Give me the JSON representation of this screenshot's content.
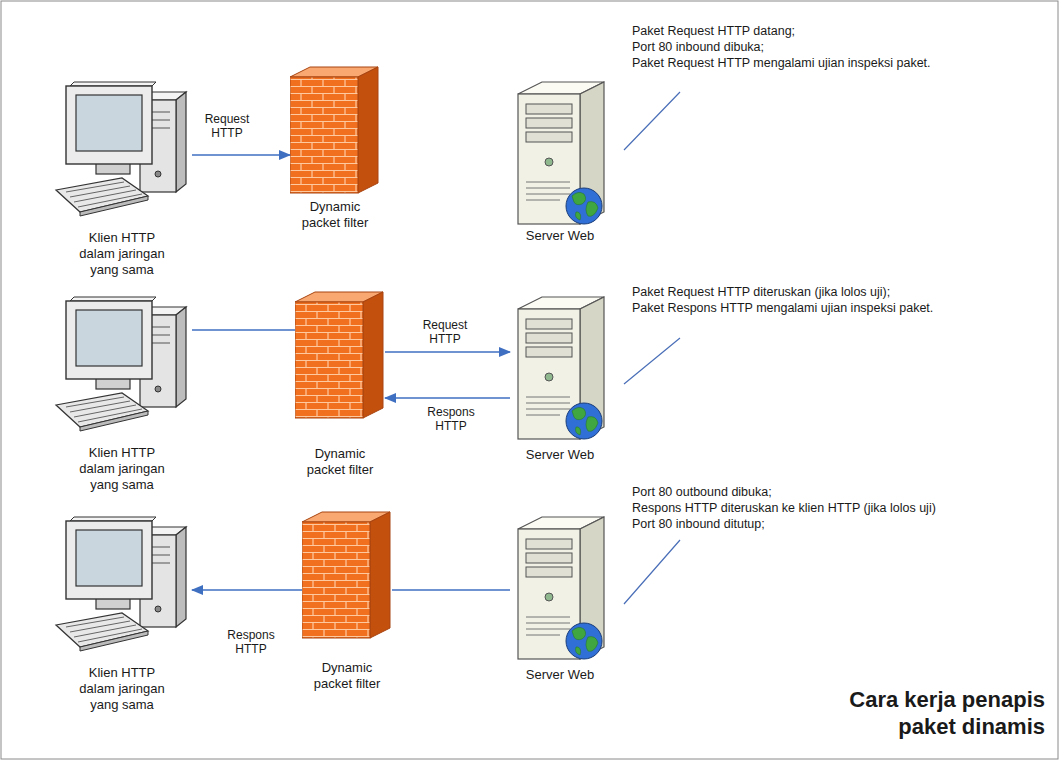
{
  "diagram": {
    "title": "Cara kerja penapis paket dinamis",
    "nodes": [
      {
        "text": [
          "Klien HTTP dalam jaringan yang sama"
        ]
      },
      {
        "text": [
          "Dynamic packet filter"
        ]
      },
      {
        "text": [
          "Server Web"
        ]
      },
      {
        "text": [
          "Klien HTTP dalam jaringan yang sama"
        ]
      },
      {
        "text": [
          "Dynamic packet filter"
        ]
      },
      {
        "text": [
          "Server Web"
        ]
      },
      {
        "text": [
          "Klien HTTP dalam jaringan yang sama"
        ]
      },
      {
        "text": [
          "Dynamic packet filter"
        ]
      },
      {
        "text": [
          "Server Web"
        ]
      }
    ],
    "edges": [
      {
        "from": 0,
        "to": 1,
        "arrow": "to",
        "label": "Request HTTP"
      },
      {
        "from": 3,
        "to": 4,
        "arrow": "none"
      },
      {
        "from": 4,
        "to": 5,
        "arrow": "to",
        "label": "Request HTTP"
      },
      {
        "from": 5,
        "to": 4,
        "arrow": "to",
        "label": "Respons HTTP"
      },
      {
        "from": 8,
        "to": 7,
        "arrow": "none"
      },
      {
        "from": 7,
        "to": 6,
        "arrow": "to",
        "label": "Respons HTTP"
      }
    ],
    "labels": [
      "Paket Request HTTP datang;",
      "Port 80 inbound dibuka;",
      "Paket Request HTTP mengalami ujian inspeksi paket.",
      "Paket Request HTTP diteruskan (jika lolos uji);",
      "Paket Respons HTTP mengalami ujian inspeksi paket.",
      "Port 80 outbound dibuka;",
      "Respons HTTP diteruskan ke klien HTTP (jika lolos uji)",
      "Port 80 inbound ditutup;"
    ]
  }
}
